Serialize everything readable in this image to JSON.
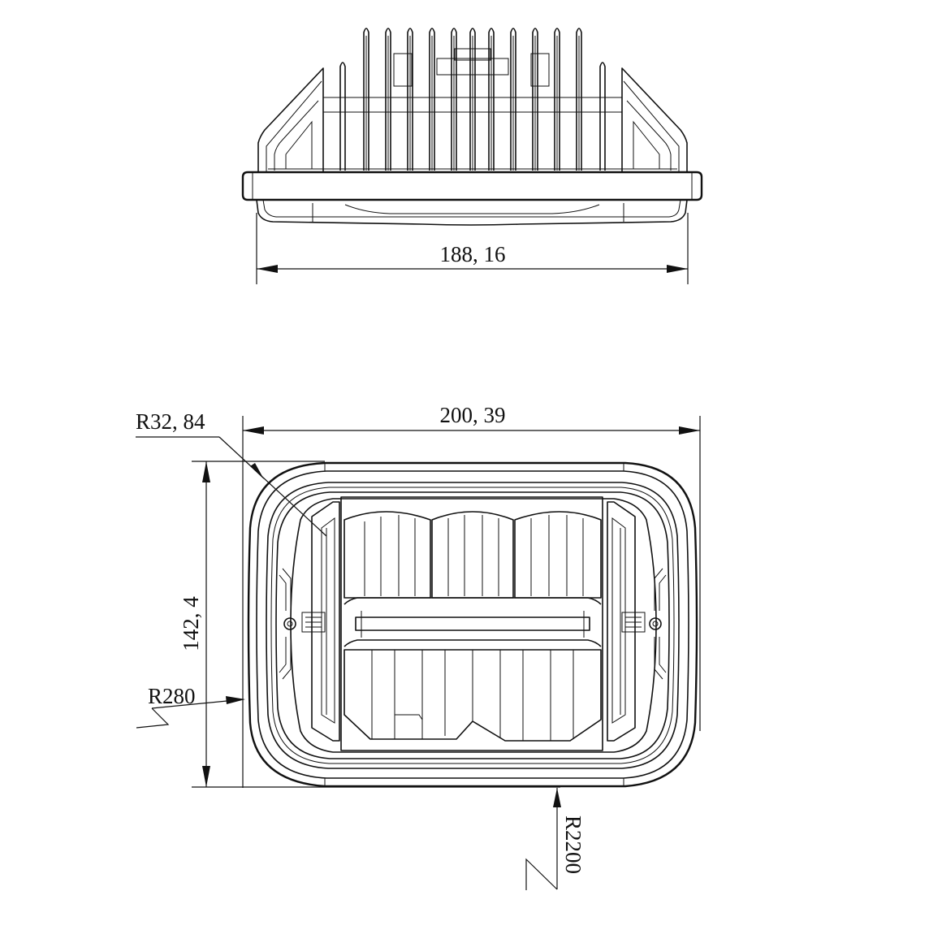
{
  "drawing": {
    "top_view": {
      "name": "Top / side view with heat-sink fins",
      "width_dimension": "188, 16",
      "fin_count": 13
    },
    "front_view": {
      "name": "Front view of rectangular LED headlight",
      "width_dimension": "200, 39",
      "height_dimension": "142, 4",
      "corner_radius": "R32, 84",
      "side_radius": "R280",
      "bottom_radius": "R2200"
    }
  }
}
